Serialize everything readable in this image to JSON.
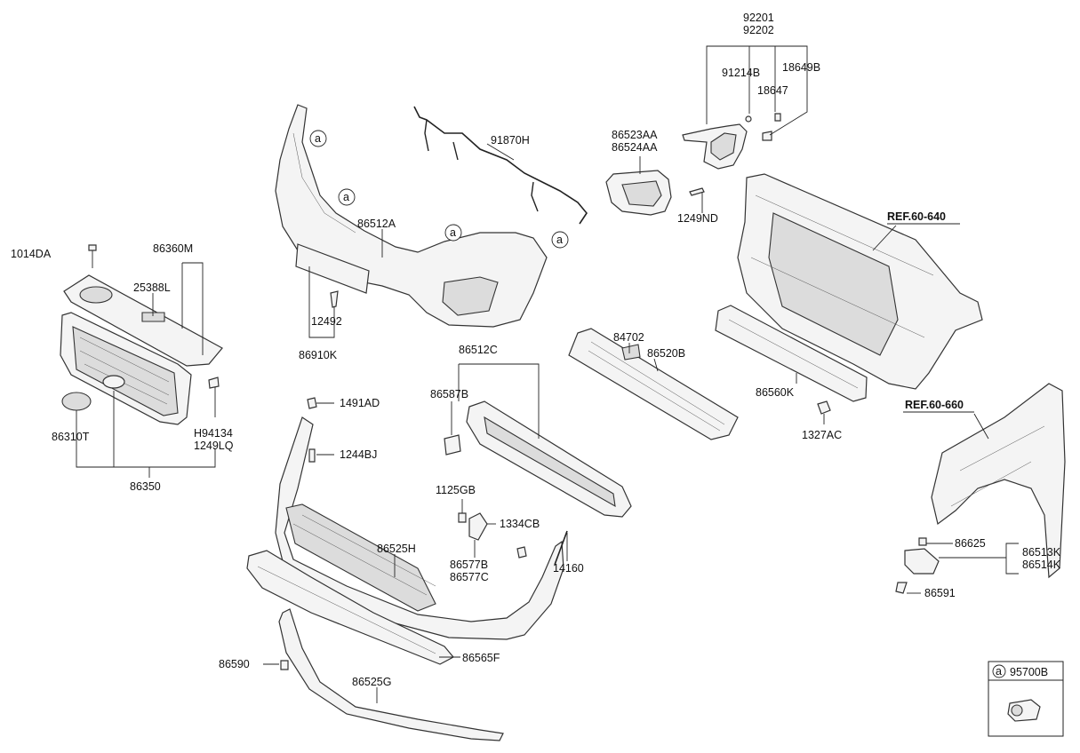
{
  "callouts": {
    "p92201": "92201",
    "p92202": "92202",
    "p91214B": "91214B",
    "p18649B": "18649B",
    "p18647": "18647",
    "p86523AA": "86523AA",
    "p86524AA": "86524AA",
    "p91870H": "91870H",
    "p1249ND": "1249ND",
    "p86512A": "86512A",
    "p1014DA": "1014DA",
    "p86360M": "86360M",
    "p25388L": "25388L",
    "p12492": "12492",
    "p86910K": "86910K",
    "p84702": "84702",
    "p86520B": "86520B",
    "p86512C": "86512C",
    "p86587B": "86587B",
    "p86560K": "86560K",
    "p1327AC": "1327AC",
    "p1491AD": "1491AD",
    "p1244BJ": "1244BJ",
    "pH94134": "H94134",
    "p1249LQ": "1249LQ",
    "p86310T": "86310T",
    "p86350": "86350",
    "p1125GB": "1125GB",
    "p1334CB": "1334CB",
    "p86525H": "86525H",
    "p86577B": "86577B",
    "p86577C": "86577C",
    "p14160": "14160",
    "p86625": "86625",
    "p86513K": "86513K",
    "p86514K": "86514K",
    "p86591": "86591",
    "p86565F": "86565F",
    "p86590": "86590",
    "p86525G": "86525G"
  },
  "references": {
    "ref1": "REF.60-640",
    "ref2": "REF.60-660"
  },
  "circle_marker": "a",
  "legend": {
    "marker": "a",
    "part": "95700B"
  }
}
